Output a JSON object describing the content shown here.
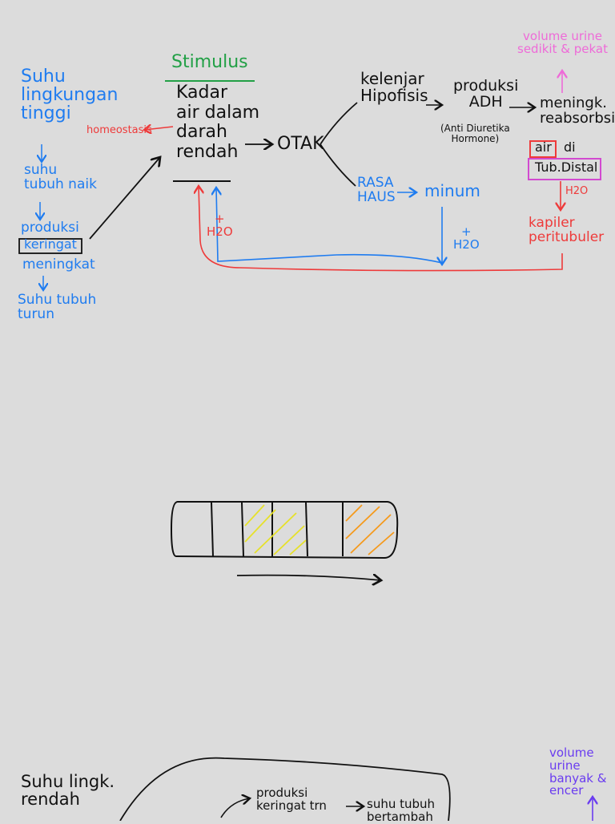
{
  "colors": {
    "background": "#dcdcdc",
    "blue": "#1f7cf0",
    "black": "#111111",
    "red": "#ee3a3a",
    "green": "#22a046",
    "pink": "#ee6bd8",
    "purple": "#6a3cf0",
    "yellow_hatch": "#e6e12a",
    "orange_hatch": "#f59a1c"
  },
  "top_diagram": {
    "left_chain": {
      "suhu_lingkungan": "Suhu\nlingkungan\ntinggi",
      "suhu_tubuh_naik": "suhu\ntubuh naik",
      "produksi": "produksi",
      "keringat": "keringat",
      "meningkat": "meningkat",
      "suhu_tubuh_turun": "Suhu tubuh\nturun"
    },
    "stimulus": {
      "title": "Stimulus",
      "text": "Kadar\nair dalam\ndarah\nrendah"
    },
    "homeostasis": "homeostasis",
    "otak": "OTAK",
    "kelenjar": "kelenjar\nHipofisis",
    "produksi_adh": "produksi\nADH",
    "adh_full": "(Anti Diuretika\nHormone)",
    "meningk_reabsorbsi": "meningk.\nreabsorbsi",
    "air": "air",
    "di": "di",
    "tub_distal": "Tub.Distal",
    "volume_urine_top": "volume urine\nsedikit & pekat",
    "h2o_right": "H2O",
    "kapiler": "kapiler\nperitubuler",
    "rasa_haus": "RASA\nHAUS",
    "minum": "minum",
    "h2o_plus_1": "+\nH2O",
    "h2o_plus_2": "+\nH2O"
  },
  "bottom_diagram": {
    "suhu_lingk": "Suhu lingk.\nrendah",
    "produksi_keringat": "produksi\nkeringat trn",
    "suhu_tubuh": "suhu tubuh\nbertambah",
    "volume_urine_bottom": "volume\nurine\nbanyak &\nencer"
  }
}
